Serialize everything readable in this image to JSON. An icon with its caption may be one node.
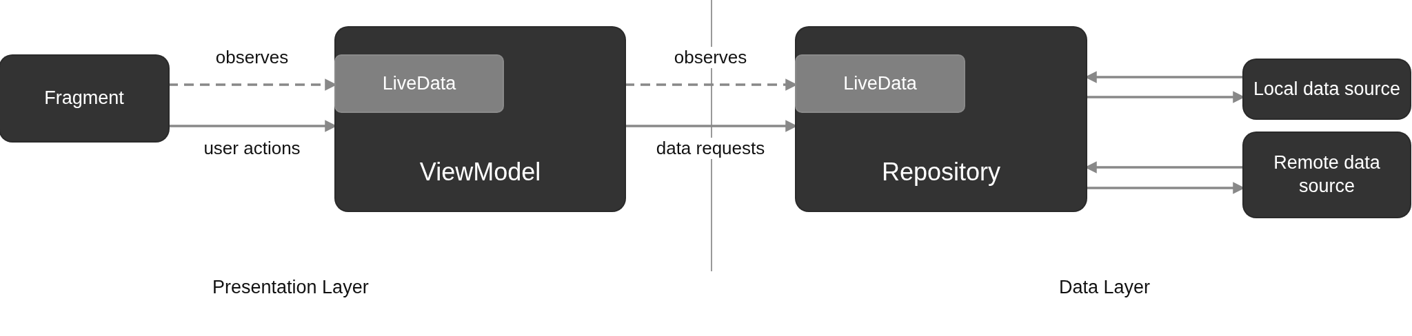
{
  "diagram": {
    "nodes": [
      {
        "text": [
          "Fragment"
        ]
      },
      {
        "text": [
          "ViewModel"
        ]
      },
      {
        "text": [
          "LiveData"
        ],
        "in": 1
      },
      {
        "text": [
          "Repository"
        ]
      },
      {
        "text": [
          "LiveData"
        ],
        "in": 3
      },
      {
        "text": [
          "Local data source"
        ]
      },
      {
        "text": [
          "Remote data source"
        ]
      }
    ],
    "edges": [
      {
        "from": 0,
        "to": 2,
        "arrow": "to",
        "label": "observes",
        "style": "dashed"
      },
      {
        "from": 0,
        "to": 1,
        "arrow": "to",
        "label": "user actions"
      },
      {
        "from": 1,
        "to": 4,
        "arrow": "to",
        "label": "observes",
        "style": "dashed"
      },
      {
        "from": 1,
        "to": 3,
        "arrow": "to",
        "label": "data requests"
      },
      {
        "from": 5,
        "to": 3,
        "arrow": "to"
      },
      {
        "from": 3,
        "to": 5,
        "arrow": "to"
      },
      {
        "from": 6,
        "to": 3,
        "arrow": "to"
      },
      {
        "from": 3,
        "to": 6,
        "arrow": "to"
      }
    ],
    "labels": [
      "Presentation Layer",
      "Data Layer"
    ]
  }
}
